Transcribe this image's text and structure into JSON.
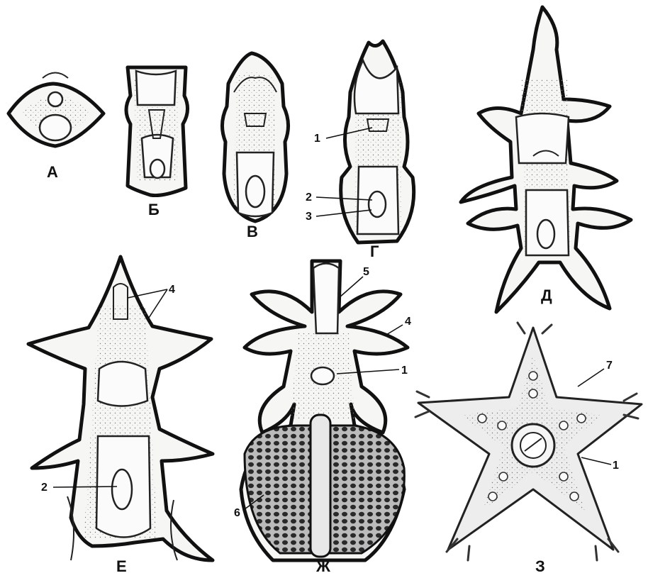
{
  "panels": {
    "A": "А",
    "B": "Б",
    "V": "В",
    "G": "Г",
    "D": "Д",
    "E": "Е",
    "ZH": "Ж",
    "Z": "З"
  },
  "numbers": {
    "n1": "1",
    "n2": "2",
    "n3": "3",
    "n4": "4",
    "n5": "5",
    "n6": "6",
    "n7": "7"
  }
}
